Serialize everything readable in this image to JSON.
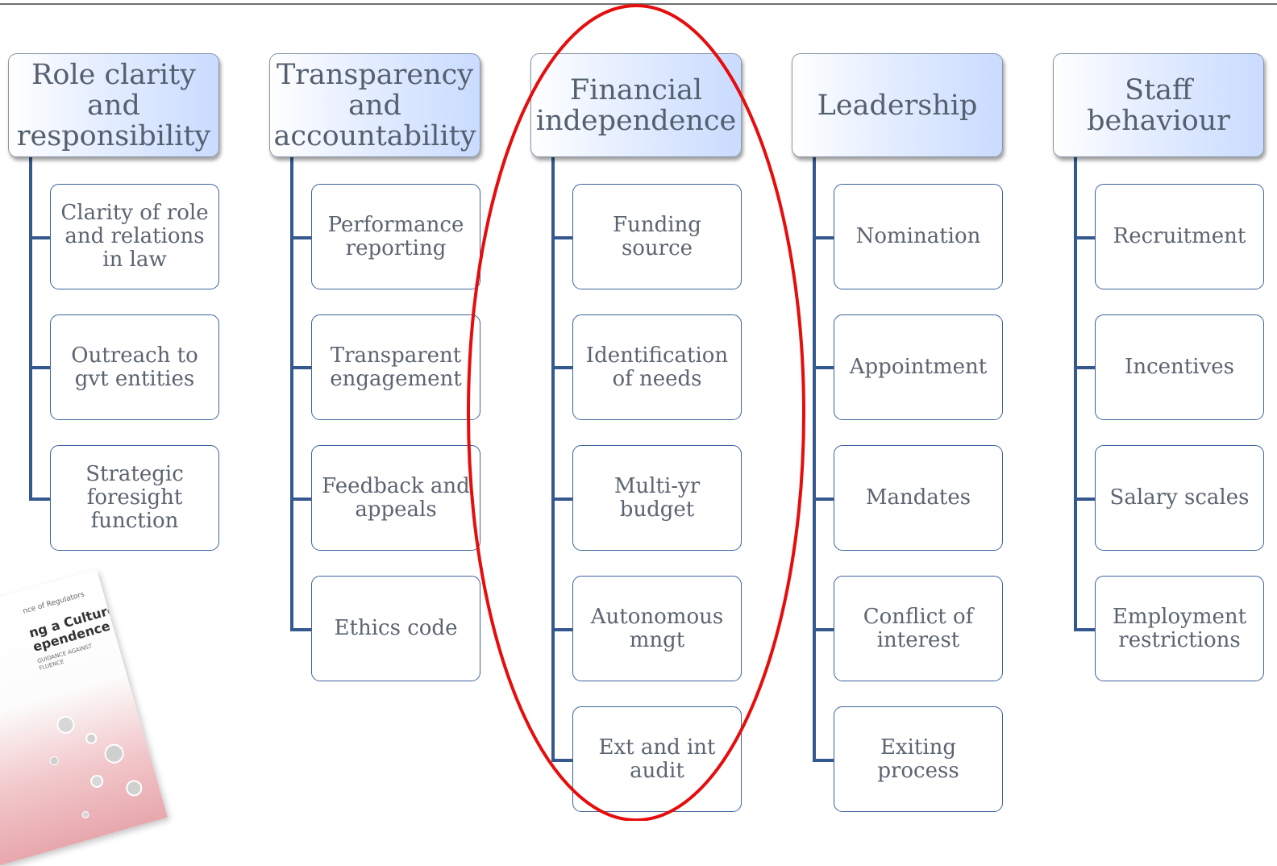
{
  "colors": {
    "header_border": "#8b96a6",
    "header_fill": "#c9dbff",
    "connector": "#35598e",
    "item_border": "#3d629c",
    "highlight_oval": "#e60d0d"
  },
  "categories": [
    {
      "title": "Role clarity\nand\nresponsibility",
      "items": [
        "Clarity of role\nand relations\nin law",
        "Outreach to\ngvt entities",
        "Strategic\nforesight\nfunction"
      ]
    },
    {
      "title": "Transparency\nand\naccountability",
      "items": [
        "Performance\nreporting",
        "Transparent\nengagement",
        "Feedback and\nappeals",
        "Ethics code"
      ]
    },
    {
      "title": "Financial\nindependence",
      "items": [
        "Funding\nsource",
        "Identification\nof needs",
        "Multi-yr\nbudget",
        "Autonomous\nmngt",
        "Ext and int\naudit"
      ]
    },
    {
      "title": "Leadership",
      "items": [
        "Nomination",
        "Appointment",
        "Mandates",
        "Conflict of\ninterest",
        "Exiting\nprocess"
      ]
    },
    {
      "title": "Staff\nbehaviour",
      "items": [
        "Recruitment",
        "Incentives",
        "Salary scales",
        "Employment\nrestrictions"
      ]
    }
  ],
  "report_cover": {
    "text_lines": [
      "nce of Regulators",
      "ng a Culture",
      "ependence",
      "GUIDANCE AGAINST",
      "FLUENCE"
    ]
  }
}
